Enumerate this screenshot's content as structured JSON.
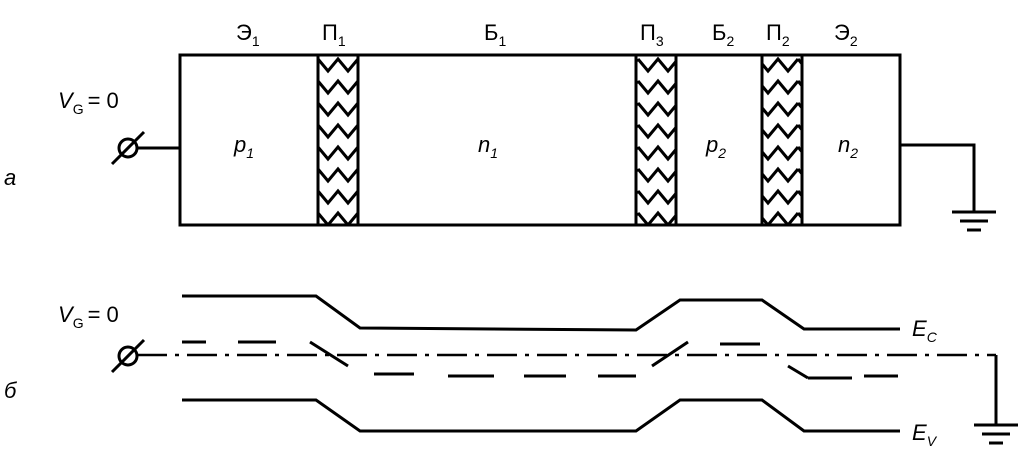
{
  "part_a": {
    "label": "а",
    "voltage": {
      "symbol": "V",
      "sub": "G",
      "value": "= 0"
    },
    "top_labels": [
      {
        "main": "Э",
        "sub": "1"
      },
      {
        "main": "П",
        "sub": "1"
      },
      {
        "main": "Б",
        "sub": "1"
      },
      {
        "main": "П",
        "sub": "3"
      },
      {
        "main": "Б",
        "sub": "2"
      },
      {
        "main": "П",
        "sub": "2"
      },
      {
        "main": "Э",
        "sub": "2"
      }
    ],
    "regions": [
      {
        "main": "p",
        "sub": "1"
      },
      {
        "main": "n",
        "sub": "1"
      },
      {
        "main": "p",
        "sub": "2"
      },
      {
        "main": "n",
        "sub": "2"
      }
    ]
  },
  "part_b": {
    "label": "б",
    "voltage": {
      "symbol": "V",
      "sub": "G",
      "value": "= 0"
    },
    "band_labels": [
      {
        "main": "E",
        "sub": "C"
      },
      {
        "main": "E",
        "sub": "V"
      }
    ]
  }
}
